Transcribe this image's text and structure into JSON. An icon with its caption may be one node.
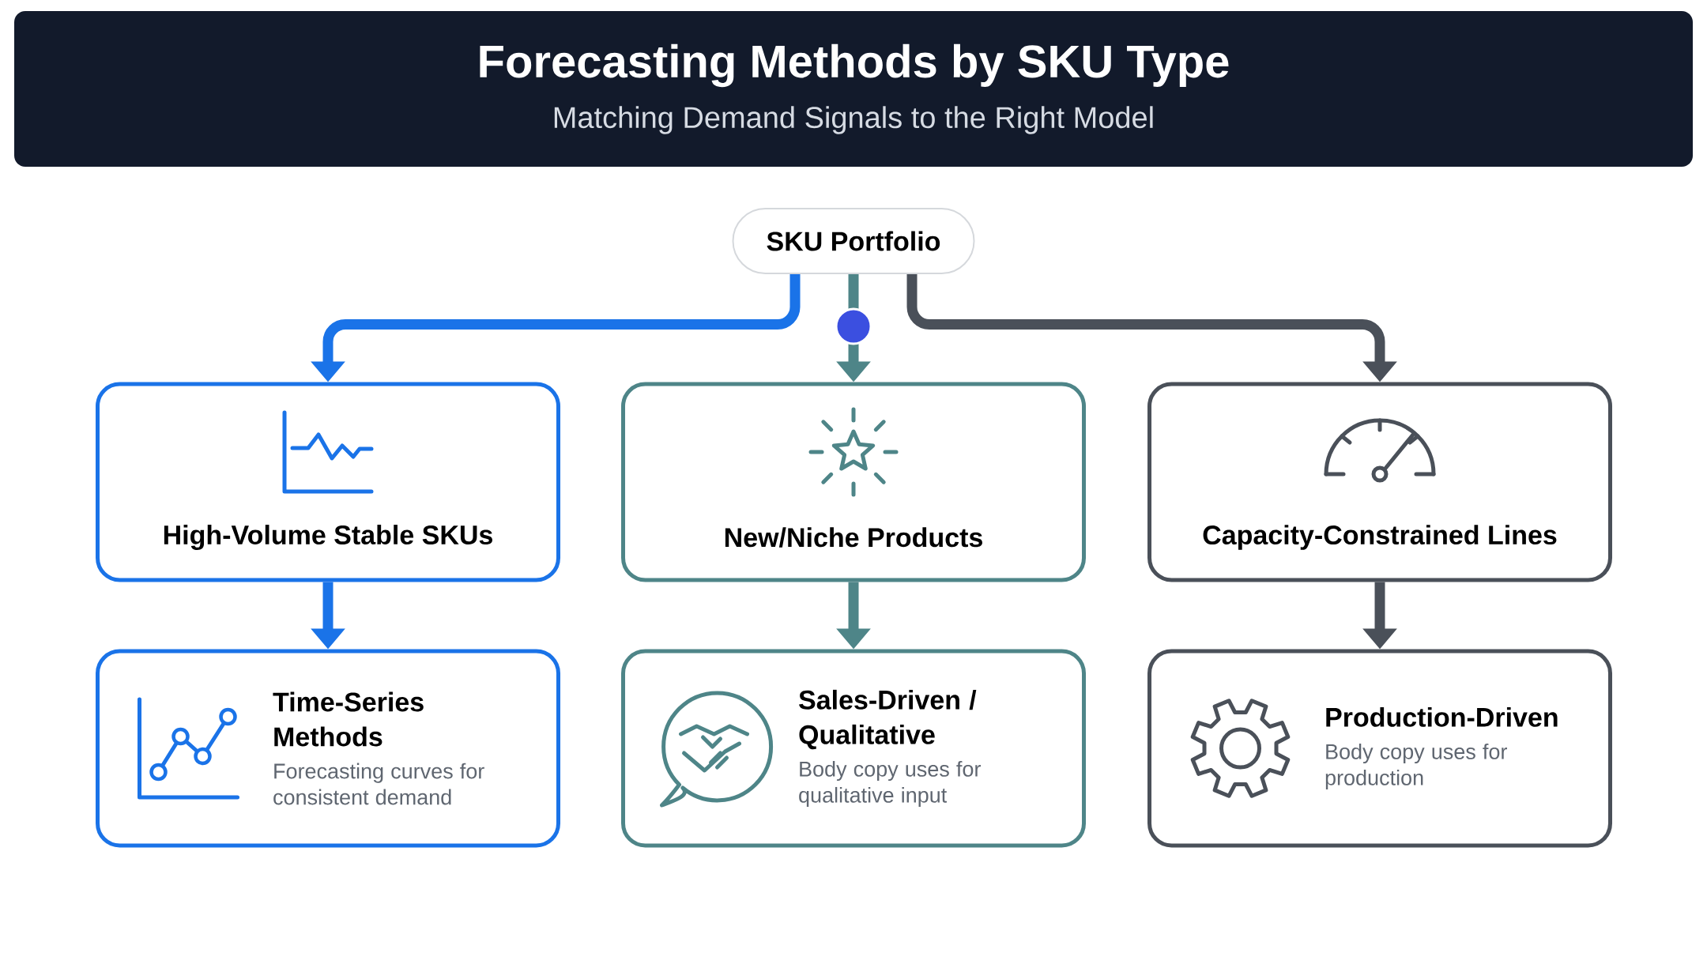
{
  "diagram": {
    "title": "Forecasting Methods by SKU Type",
    "nodes": [
      {
        "text": [
          "SKU Portfolio"
        ]
      },
      {
        "text": [
          "High-Volume Stable SKUs"
        ]
      },
      {
        "text": [
          "New/Niche Products"
        ]
      },
      {
        "text": [
          "Capacity-Constrained Lines"
        ]
      },
      {
        "text": [
          "Time-Series Methods",
          "Forecasting curves for consistent demand"
        ]
      },
      {
        "text": [
          "Sales-Driven / Qualitative",
          "Body copy uses for qualitative input"
        ]
      },
      {
        "text": [
          "Production-Driven",
          "Body copy uses for production"
        ]
      }
    ],
    "edges": [
      {
        "from": 0,
        "to": 1,
        "arrow": "to",
        "color": "#1a73e8"
      },
      {
        "from": 0,
        "to": 2,
        "arrow": "to",
        "color": "#4e8588"
      },
      {
        "from": 0,
        "to": 3,
        "arrow": "to",
        "color": "#4a5059"
      },
      {
        "from": 1,
        "to": 4,
        "arrow": "to",
        "color": "#1a73e8"
      },
      {
        "from": 2,
        "to": 5,
        "arrow": "to",
        "color": "#4e8588"
      },
      {
        "from": 3,
        "to": 6,
        "arrow": "to",
        "color": "#4a5059"
      }
    ],
    "labels": [
      "Matching Demand Signals to the Right Model"
    ]
  }
}
